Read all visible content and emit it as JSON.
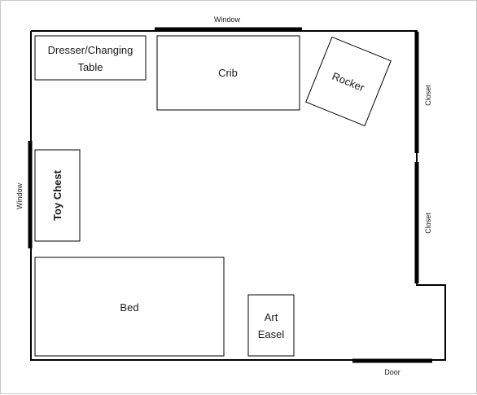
{
  "walls": {
    "top_window": "Window",
    "left_window": "Window",
    "closet_upper": "Closet",
    "closet_lower": "Closet",
    "door": "Door"
  },
  "furniture": {
    "dresser": [
      "Dresser/Changing",
      "Table"
    ],
    "crib": "Crib",
    "rocker": "Rocker",
    "toy_chest": "Toy Chest",
    "bed": "Bed",
    "art_easel": [
      "Art",
      "Easel"
    ]
  }
}
